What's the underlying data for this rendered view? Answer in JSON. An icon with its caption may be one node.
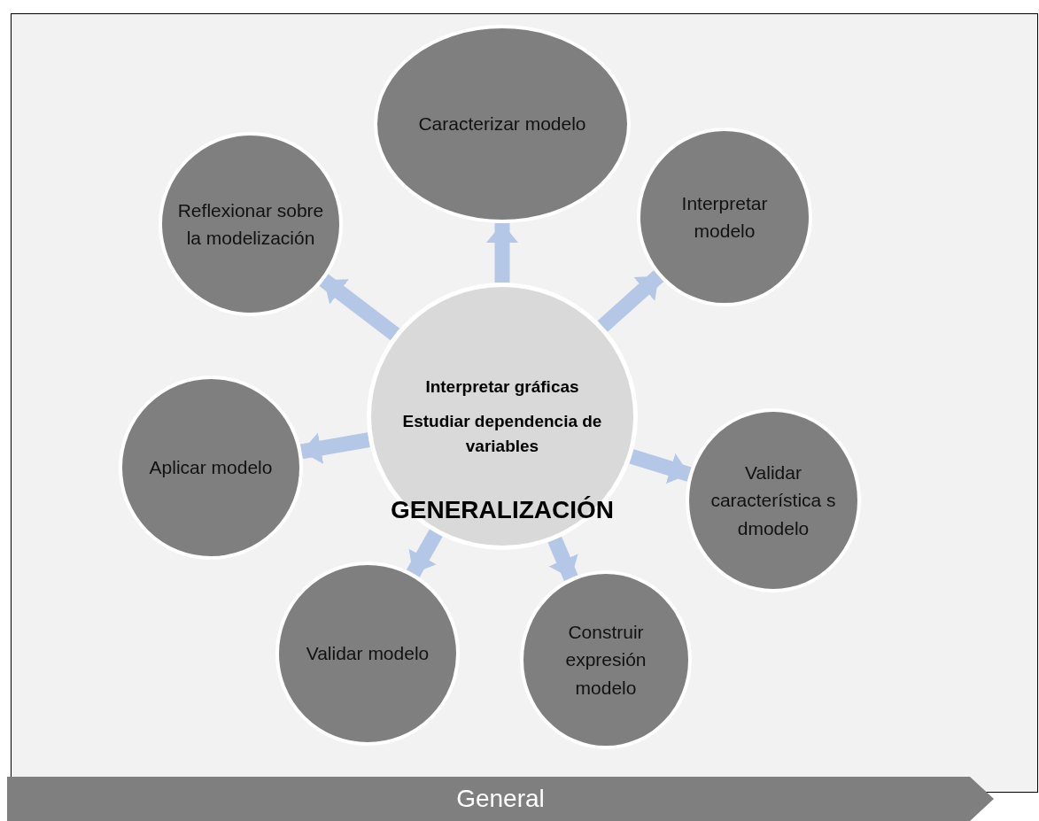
{
  "diagram": {
    "nodes": [
      {
        "text": [
          "Interpretar gráficas",
          "Estudiar dependencia de variables"
        ]
      },
      {
        "text": [
          "Caracterizar modelo"
        ]
      },
      {
        "text": [
          "Interpretar modelo"
        ]
      },
      {
        "text": [
          "Validar característica s dmodelo"
        ]
      },
      {
        "text": [
          "Construir expresión modelo"
        ]
      },
      {
        "text": [
          "Validar modelo"
        ]
      },
      {
        "text": [
          "Aplicar modelo"
        ]
      },
      {
        "text": [
          "Reflexionar sobre la modelización"
        ]
      },
      {
        "text": [
          "General"
        ]
      }
    ],
    "edges": [
      {
        "from": 0,
        "to": 1,
        "arrow": "to"
      },
      {
        "from": 0,
        "to": 2,
        "arrow": "to"
      },
      {
        "from": 0,
        "to": 3,
        "arrow": "to"
      },
      {
        "from": 0,
        "to": 4,
        "arrow": "to"
      },
      {
        "from": 0,
        "to": 5,
        "arrow": "to"
      },
      {
        "from": 0,
        "to": 6,
        "arrow": "to"
      },
      {
        "from": 0,
        "to": 7,
        "arrow": "to"
      }
    ],
    "labels": [
      "GENERALIZACIÓN"
    ]
  }
}
